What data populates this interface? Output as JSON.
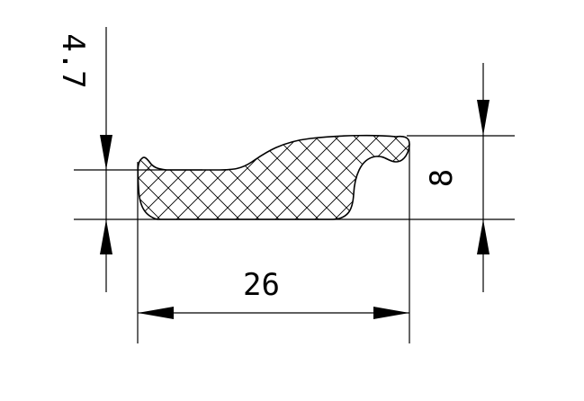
{
  "dimensions": {
    "width_label": "26",
    "height_label": "8",
    "offset_label": "4.7"
  }
}
